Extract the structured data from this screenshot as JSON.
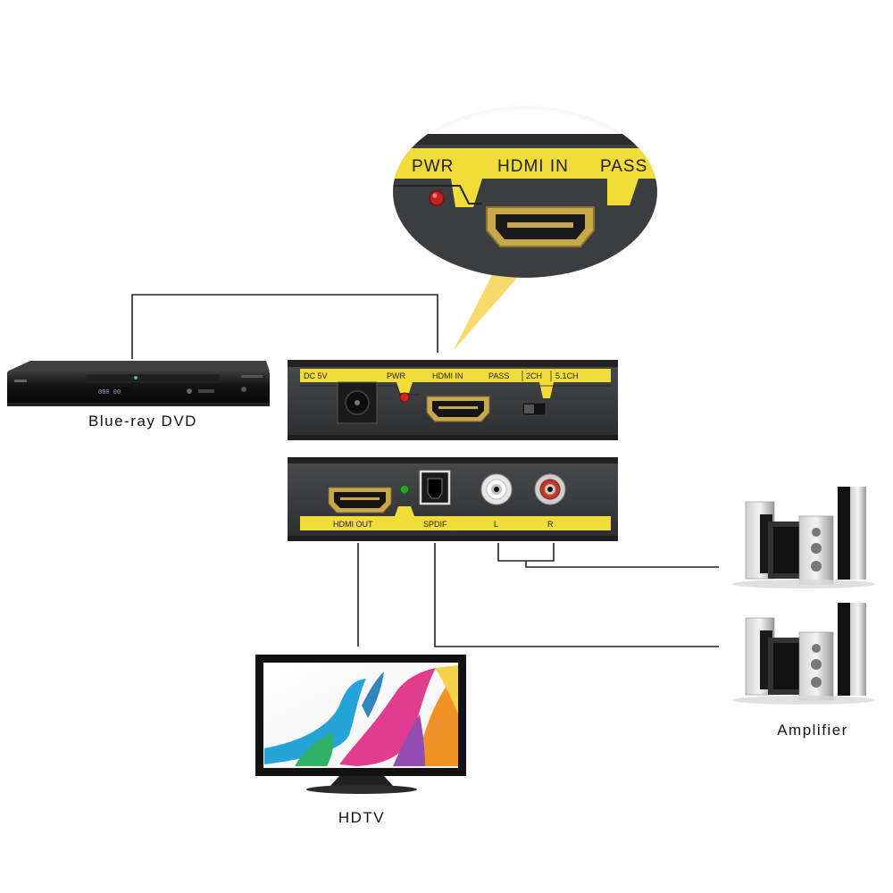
{
  "labels": {
    "dvd": "Blue-ray DVD",
    "hdtv": "HDTV",
    "amplifier": "Amplifier"
  },
  "front_panel": {
    "dc": "DC 5V",
    "pwr": "PWR",
    "hdmi_in": "HDMI IN",
    "pass": "PASS",
    "ch2": "2CH",
    "ch51": "5.1CH"
  },
  "back_panel": {
    "hdmi_out": "HDMI OUT",
    "spdif": "SPDIF",
    "left": "L",
    "right": "R"
  },
  "zoom": {
    "pwr": "PWR",
    "hdmi_in": "HDMI IN",
    "pass": "PASS"
  },
  "colors": {
    "device_body": "#3a3b3e",
    "label_strip": "#f2dc3a",
    "pwr_led": "#d32222",
    "out_led": "#2ca02c",
    "hdmi_gold": "#c8a84a",
    "rca_red": "#c0392b",
    "line": "#222222"
  }
}
